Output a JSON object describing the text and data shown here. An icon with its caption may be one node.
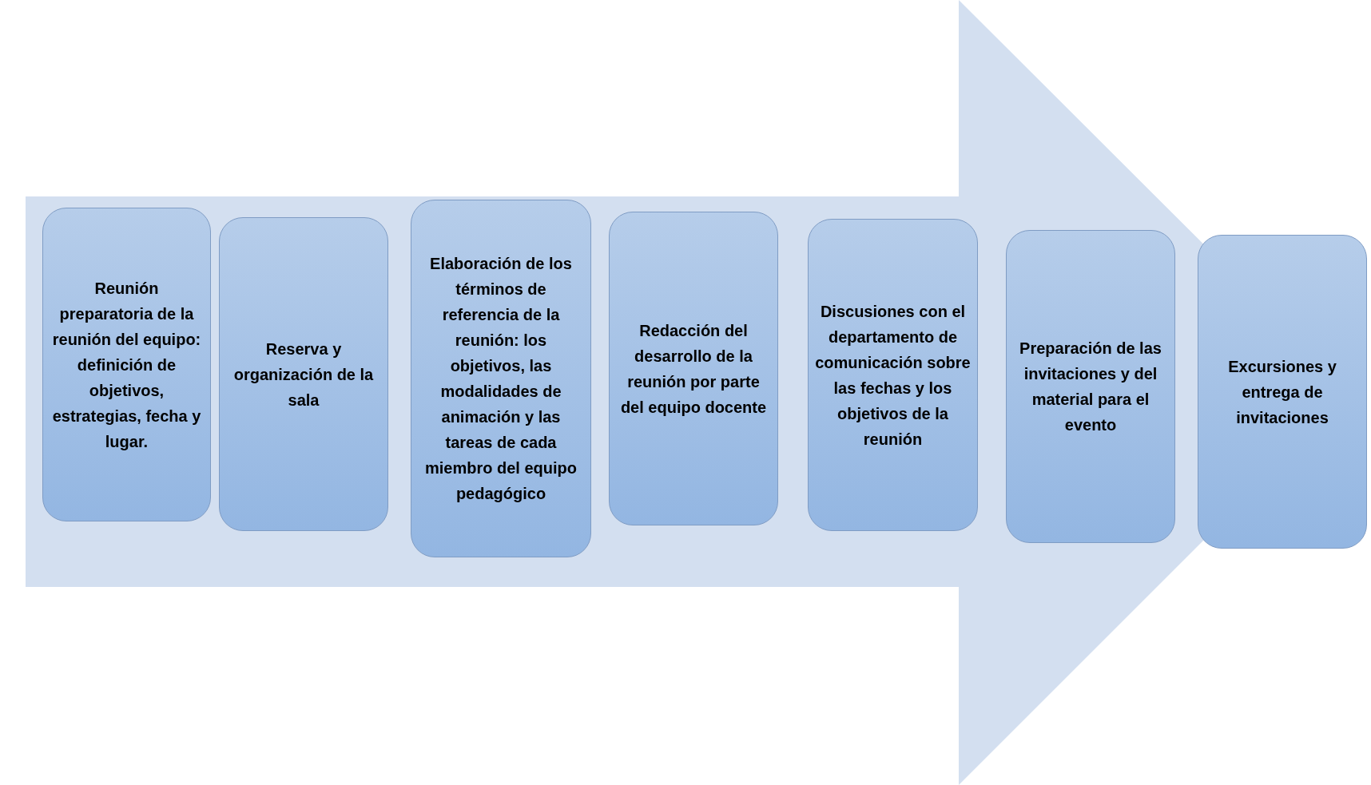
{
  "diagram": {
    "nodes": [
      {
        "text": [
          "Reunión preparatoria de la reunión del equipo: definición de objetivos, estrategias, fecha y lugar."
        ]
      },
      {
        "text": [
          "Reserva y organización de la sala"
        ]
      },
      {
        "text": [
          "Elaboración de los términos de referencia de la reunión: los objetivos, las modalidades de animación y las tareas de cada miembro del equipo pedagógico"
        ]
      },
      {
        "text": [
          "Redacción del desarrollo de la reunión por parte del equipo docente"
        ]
      },
      {
        "text": [
          "Discusiones con el departamento de comunicación sobre las fechas y los objetivos de la reunión"
        ]
      },
      {
        "text": [
          "Preparación de las invitaciones y del material para el evento"
        ]
      },
      {
        "text": [
          "Excursiones y entrega de invitaciones"
        ]
      }
    ],
    "edges": [
      {
        "from": 0,
        "to": 6,
        "arrow": "to"
      }
    ]
  }
}
